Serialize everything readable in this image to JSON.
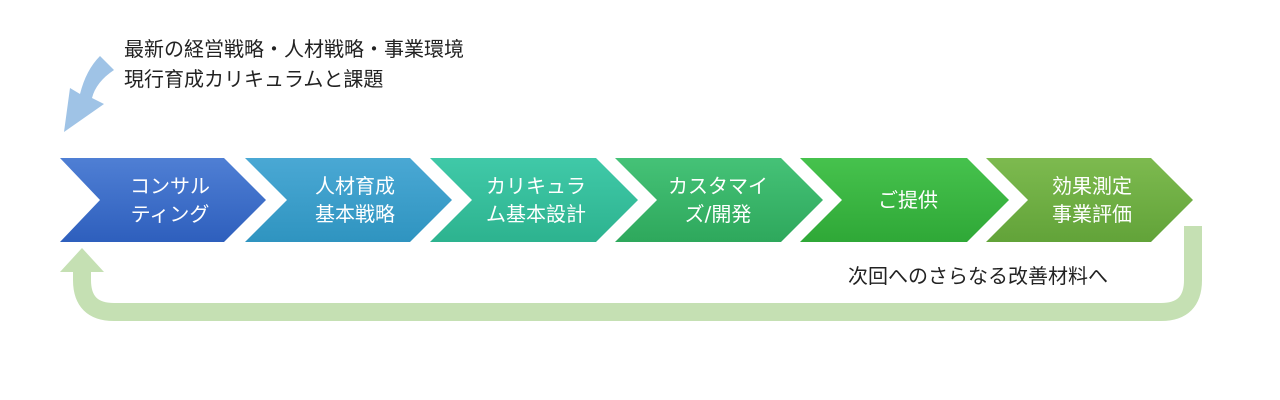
{
  "intro": {
    "line1": "最新の経営戦略・人材戦略・事業環境",
    "line2": "現行育成カリキュラムと課題"
  },
  "steps": [
    {
      "line1": "コンサル",
      "line2": "ティング",
      "color_top": "#4f7fd4",
      "color_bottom": "#2e5fbd"
    },
    {
      "line1": "人材育成",
      "line2": "基本戦略",
      "color_top": "#4aa8d4",
      "color_bottom": "#2f94c0"
    },
    {
      "line1": "カリキュラ",
      "line2": "ム基本設計",
      "color_top": "#40c9a8",
      "color_bottom": "#2db38f"
    },
    {
      "line1": "カスタマイ",
      "line2": "ズ/開発",
      "color_top": "#45c277",
      "color_bottom": "#2ea85c"
    },
    {
      "line1": "ご提供",
      "line2": "",
      "color_top": "#46c24d",
      "color_bottom": "#2fa837"
    },
    {
      "line1": "効果測定",
      "line2": "事業評価",
      "color_top": "#7dba4f",
      "color_bottom": "#62a339"
    }
  ],
  "loop": {
    "label": "次回へのさらなる改善材料へ",
    "color": "#c5e0b3"
  },
  "input_arrow_color": "#9fc3e6"
}
